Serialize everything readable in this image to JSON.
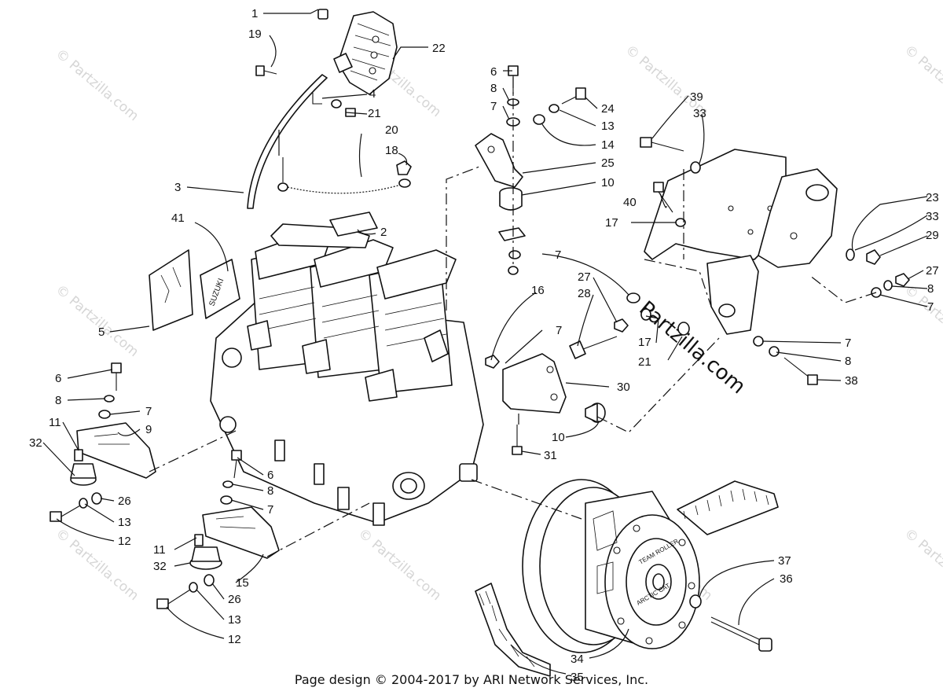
{
  "diagram": {
    "callouts": [
      {
        "id": "c1",
        "text": "1"
      },
      {
        "id": "c19",
        "text": "19"
      },
      {
        "id": "c22",
        "text": "22"
      },
      {
        "id": "c4",
        "text": "4"
      },
      {
        "id": "c21a",
        "text": "21"
      },
      {
        "id": "c20",
        "text": "20"
      },
      {
        "id": "c18",
        "text": "18"
      },
      {
        "id": "c3",
        "text": "3"
      },
      {
        "id": "c41",
        "text": "41"
      },
      {
        "id": "c2",
        "text": "2"
      },
      {
        "id": "c5",
        "text": "5"
      },
      {
        "id": "c6a",
        "text": "6"
      },
      {
        "id": "c8a",
        "text": "8"
      },
      {
        "id": "c7a",
        "text": "7"
      },
      {
        "id": "c24",
        "text": "24"
      },
      {
        "id": "c13a",
        "text": "13"
      },
      {
        "id": "c14",
        "text": "14"
      },
      {
        "id": "c25",
        "text": "25"
      },
      {
        "id": "c10a",
        "text": "10"
      },
      {
        "id": "c39",
        "text": "39"
      },
      {
        "id": "c33a",
        "text": "33"
      },
      {
        "id": "c40",
        "text": "40"
      },
      {
        "id": "c17a",
        "text": "17"
      },
      {
        "id": "c23",
        "text": "23"
      },
      {
        "id": "c33b",
        "text": "33"
      },
      {
        "id": "c29",
        "text": "29"
      },
      {
        "id": "c27a",
        "text": "27"
      },
      {
        "id": "c8b",
        "text": "8"
      },
      {
        "id": "c7b",
        "text": "7"
      },
      {
        "id": "c7c",
        "text": "7"
      },
      {
        "id": "c27b",
        "text": "27"
      },
      {
        "id": "c28",
        "text": "28"
      },
      {
        "id": "c16",
        "text": "16"
      },
      {
        "id": "c7d",
        "text": "7"
      },
      {
        "id": "c17b",
        "text": "17"
      },
      {
        "id": "c21b",
        "text": "21"
      },
      {
        "id": "c7e",
        "text": "7"
      },
      {
        "id": "c8c",
        "text": "8"
      },
      {
        "id": "c38",
        "text": "38"
      },
      {
        "id": "c30",
        "text": "30"
      },
      {
        "id": "c10b",
        "text": "10"
      },
      {
        "id": "c31",
        "text": "31"
      },
      {
        "id": "c6b",
        "text": "6"
      },
      {
        "id": "c8d",
        "text": "8"
      },
      {
        "id": "c7f",
        "text": "7"
      },
      {
        "id": "c11a",
        "text": "11"
      },
      {
        "id": "c9",
        "text": "9"
      },
      {
        "id": "c32a",
        "text": "32"
      },
      {
        "id": "c26a",
        "text": "26"
      },
      {
        "id": "c13b",
        "text": "13"
      },
      {
        "id": "c12a",
        "text": "12"
      },
      {
        "id": "c6c",
        "text": "6"
      },
      {
        "id": "c8e",
        "text": "8"
      },
      {
        "id": "c7g",
        "text": "7"
      },
      {
        "id": "c11b",
        "text": "11"
      },
      {
        "id": "c32b",
        "text": "32"
      },
      {
        "id": "c15",
        "text": "15"
      },
      {
        "id": "c26b",
        "text": "26"
      },
      {
        "id": "c13c",
        "text": "13"
      },
      {
        "id": "c12b",
        "text": "12"
      },
      {
        "id": "c37",
        "text": "37"
      },
      {
        "id": "c36",
        "text": "36"
      },
      {
        "id": "c34",
        "text": "34"
      },
      {
        "id": "c35",
        "text": "35"
      }
    ],
    "watermark": "© Partzilla.com",
    "watermark_center": "Partzilla.com",
    "part_labels": {
      "decal_text": "SUZUKI",
      "clutch_text": "ARCTIC CAT",
      "clutch_brand": "TEAM ROLLER"
    }
  },
  "footer": {
    "text": "Page design © 2004-2017 by ARI Network Services, Inc."
  }
}
